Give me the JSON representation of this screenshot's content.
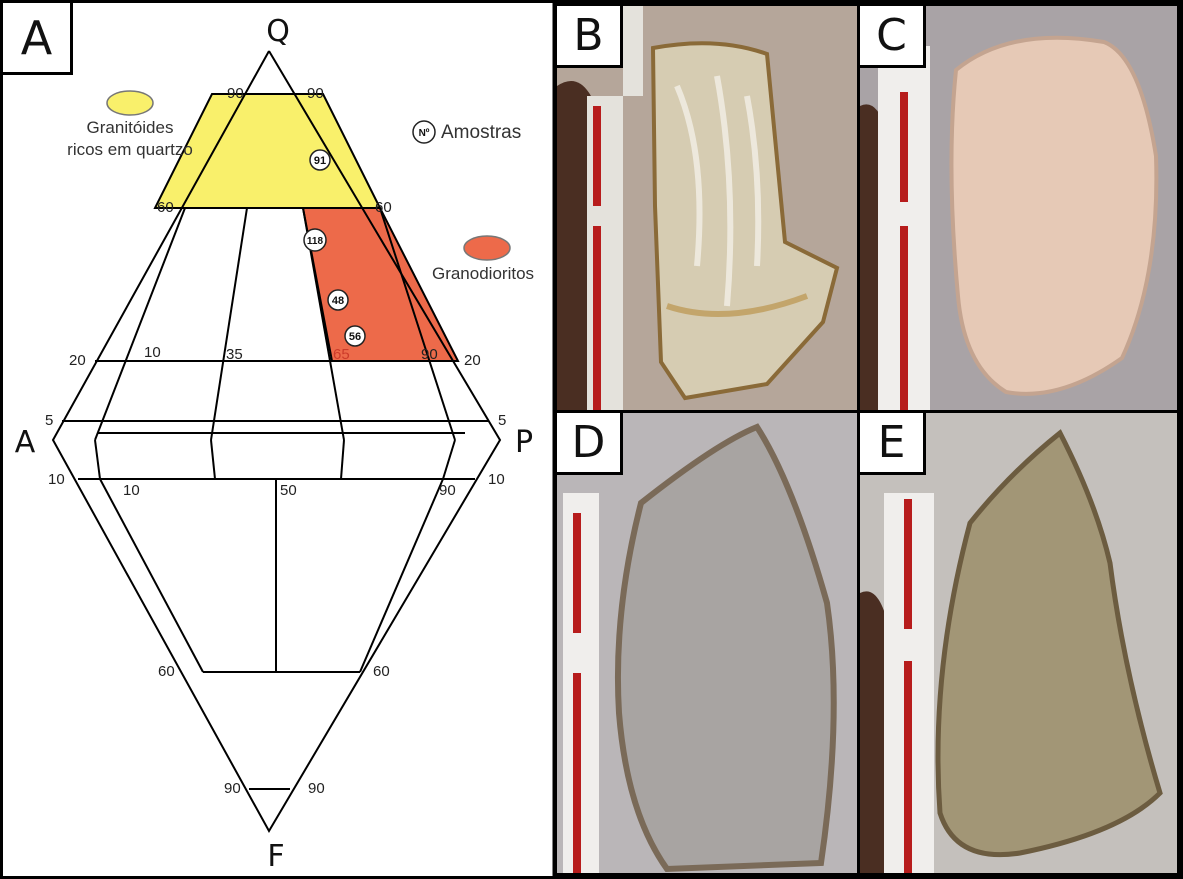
{
  "panels": {
    "a": "A",
    "b": "B",
    "c": "C",
    "d": "D",
    "e": "E"
  },
  "vertices": {
    "q": "Q",
    "a": "A",
    "p": "P",
    "f": "F"
  },
  "legend": {
    "granitoids_line1": "Granitóides",
    "granitoids_line2": "ricos em quartzo",
    "granitoids_color": "#f9f06b",
    "granodiorites": "Granodioritos",
    "granodiorites_color": "#ed6a4a",
    "samples_symbol": "Nº",
    "samples_label": "Amostras"
  },
  "samples": [
    "91",
    "118",
    "48",
    "56"
  ],
  "ticks": {
    "q90_left": "90",
    "q90_right": "90",
    "q60_left": "60",
    "q60_right": "60",
    "q20_left": "20",
    "q20_right": "20",
    "q5_left": "5",
    "q5_right": "5",
    "f10_left": "10",
    "f10_right": "10",
    "f60_left": "60",
    "f60_right": "60",
    "f90_left": "90",
    "f90_right": "90",
    "qapf_10": "10",
    "qapf_35": "35",
    "qapf_65": "65",
    "qapf_90": "90",
    "apf_10": "10",
    "apf_50": "50",
    "apf_90": "90"
  },
  "accent_red": "#cc3b2a"
}
